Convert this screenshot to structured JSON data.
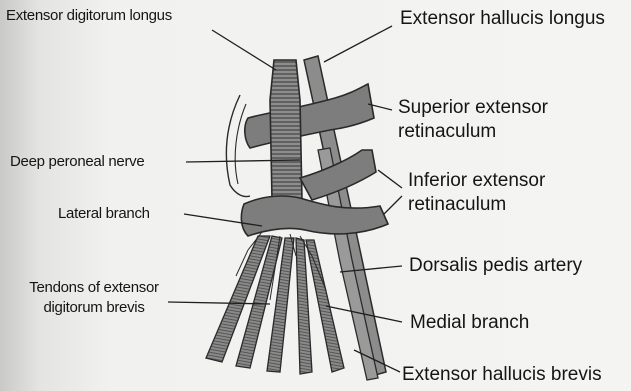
{
  "figure": {
    "labels": {
      "extensor_digitorum_longus": "Extensor digitorum longus",
      "extensor_hallucis_longus": "Extensor hallucis longus",
      "superior_extensor_retinaculum_line1": "Superior extensor",
      "superior_extensor_retinaculum_line2": "retinaculum",
      "deep_peroneal_nerve": "Deep peroneal nerve",
      "inferior_extensor_retinaculum_line1": "Inferior extensor",
      "inferior_extensor_retinaculum_line2": "retinaculum",
      "lateral_branch": "Lateral branch",
      "dorsalis_pedis_artery": "Dorsalis pedis artery",
      "tendons_edb_line1": "Tendons of extensor",
      "tendons_edb_line2": "digitorum brevis",
      "medial_branch": "Medial branch",
      "extensor_hallucis_brevis": "Extensor hallucis brevis"
    },
    "colors": {
      "tendon_fill": "#8b8b8b",
      "tendon_dark": "#5a5a5a",
      "retinaculum_fill": "#7f7f7f",
      "outline": "#2a2a2a",
      "background": "#f1f1ef"
    }
  }
}
